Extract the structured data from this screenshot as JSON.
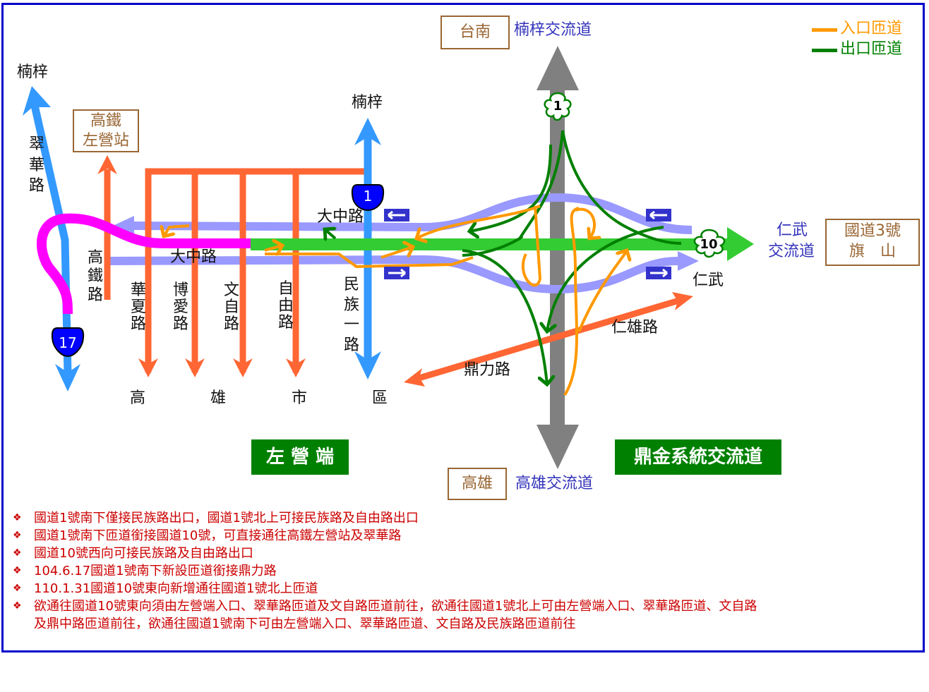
{
  "legend": {
    "entrance": {
      "label": "入口匝道",
      "color": "#FF9900"
    },
    "exit": {
      "label": "出口匝道",
      "color": "#008000"
    }
  },
  "colors": {
    "frame": "#0000CC",
    "freeway1": "#808080",
    "freeway10": "#33CC33",
    "local_road": "#FF6633",
    "provincial_road": "#3399FF",
    "frontage_road": "#9999FF",
    "connector": "#FF00FF",
    "box_brown": "#996633",
    "note_text": "#CC0000"
  },
  "north": {
    "box_label": "台南",
    "interchange_label": "楠梓交流道"
  },
  "south": {
    "box_label": "高雄",
    "interchange_label": "高雄交流道"
  },
  "east": {
    "interchange_label_1": "仁武",
    "interchange_label_2": "交流道",
    "box_line1": "國道3號",
    "box_line2": "旗　山",
    "local_label": "仁武"
  },
  "shields": {
    "freeway1": "1",
    "freeway10": "10",
    "provincial1": "1",
    "provincial17": "17"
  },
  "places": {
    "hsr_box_line1": "高鐵",
    "hsr_box_line2": "左營站",
    "nanzi_left": "楠梓",
    "nanzi_mid": "楠梓",
    "city_chars": [
      "高",
      "雄",
      "市",
      "區"
    ]
  },
  "roads": {
    "cuihua": "翠華路",
    "gaotie": "高鐵路",
    "huaxia": "華夏路",
    "boai": "博愛路",
    "wenzi": "文自路",
    "ziyou": "自由路",
    "minzu": "民族一路",
    "dazhong_top": "大中路",
    "dazhong_bottom": "大中路",
    "renxiong": "仁雄路",
    "dingli": "鼎力路"
  },
  "titles": {
    "zuoying": "左 營 端",
    "dingjin": "鼎金系統交流道"
  },
  "notes": [
    "國道1號南下僅接民族路出口，國道1號北上可接民族路及自由路出口",
    "國道1號南下匝道銜接國道10號，可直接通往高鐵左營站及翠華路",
    "國道10號西向可接民族路及自由路出口",
    "104.6.17國道1號南下新設匝道銜接鼎力路",
    "110.1.31國道10號東向新增通往國道1號北上匝道",
    "欲通往國道10號東向須由左營端入口、翠華路匝道及文自路匝道前往，欲通往國道1號北上可由左營端入口、翠華路匝道、文自路及鼎中路匝道前往，欲通往國道1號南下可由左營端入口、翠華路匝道、文自路及民族路匝道前往"
  ],
  "note_bullet": "❖"
}
